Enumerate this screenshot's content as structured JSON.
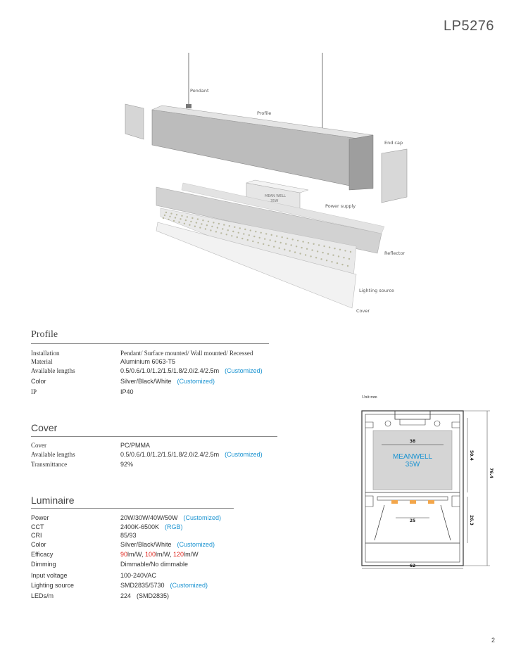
{
  "header": {
    "model": "LP5276"
  },
  "exploded_view": {
    "labels": {
      "pendant": "Pendant",
      "profile": "Profile",
      "end_cap": "End cap",
      "power_supply": "Power supply",
      "reflector": "Reflector",
      "lighting_source": "Lighting source",
      "cover": "Cover"
    },
    "driver_brand": "MEAN WELL",
    "driver_watt": "35W"
  },
  "profile": {
    "title": "Profile",
    "rows": [
      {
        "label": "Installation",
        "value": "Pendant/ Surface mounted/ Wall mounted/ Recessed",
        "note": ""
      },
      {
        "label": "Material",
        "value": "Aluminium 6063-T5",
        "note": ""
      },
      {
        "label": "Available lengths",
        "value": "0.5/0.6/1.0/1.2/1.5/1.8/2.0/2.4/2.5m",
        "note": "(Customized)"
      },
      {
        "label": "Color",
        "value": "Silver/Black/White",
        "note": "(Customized)"
      },
      {
        "label": "IP",
        "value": "IP40",
        "note": ""
      }
    ]
  },
  "cover": {
    "title": "Cover",
    "rows": [
      {
        "label": "Cover",
        "value": "PC/PMMA",
        "note": ""
      },
      {
        "label": "Available lengths",
        "value": "0.5/0.6/1.0/1.2/1.5/1.8/2.0/2.4/2.5m",
        "note": "(Customized)"
      },
      {
        "label": "Transmittance",
        "value": "92%",
        "note": ""
      }
    ]
  },
  "luminaire": {
    "title": "Luminaire",
    "rows": [
      {
        "label": "Power",
        "value": "20W/30W/40W/50W",
        "note": "(Customized)"
      },
      {
        "label": "CCT",
        "value": "2400K-6500K",
        "note": "(RGB)"
      },
      {
        "label": "CRI",
        "value": "85/93",
        "note": ""
      },
      {
        "label": "Color",
        "value": "Silver/Black/White",
        "note": "(Customized)"
      },
      {
        "label": "Dimming",
        "value": "Dimmable/No dimmable",
        "note": ""
      },
      {
        "label": "Input voltage",
        "value": "100-240VAC",
        "note": ""
      },
      {
        "label": "Lighting source",
        "value": "SMD2835/5730",
        "note": "(Customized)"
      },
      {
        "label": "LEDs/m",
        "value": "224",
        "note": "(SMD2835)"
      }
    ],
    "efficacy": {
      "label": "Efficacy",
      "parts": [
        {
          "num": "90",
          "unit": "lm/W, "
        },
        {
          "num": "100",
          "unit": "lm/W, "
        },
        {
          "num": "120",
          "unit": "lm/W"
        }
      ]
    }
  },
  "cross_section": {
    "unit_label": "Unit:mm",
    "driver_label_1": "MEANWELL",
    "driver_label_2": "35W",
    "dim_driver_width": "38",
    "dim_upper_height": "50.4",
    "dim_total_height": "76.4",
    "dim_lower_width": "25",
    "dim_lower_height": "26.3",
    "dim_total_width": "62"
  },
  "footer": {
    "page_number": "2"
  },
  "colors": {
    "accent": "#1a93d1",
    "efficacy_highlight": "#e0241b"
  }
}
